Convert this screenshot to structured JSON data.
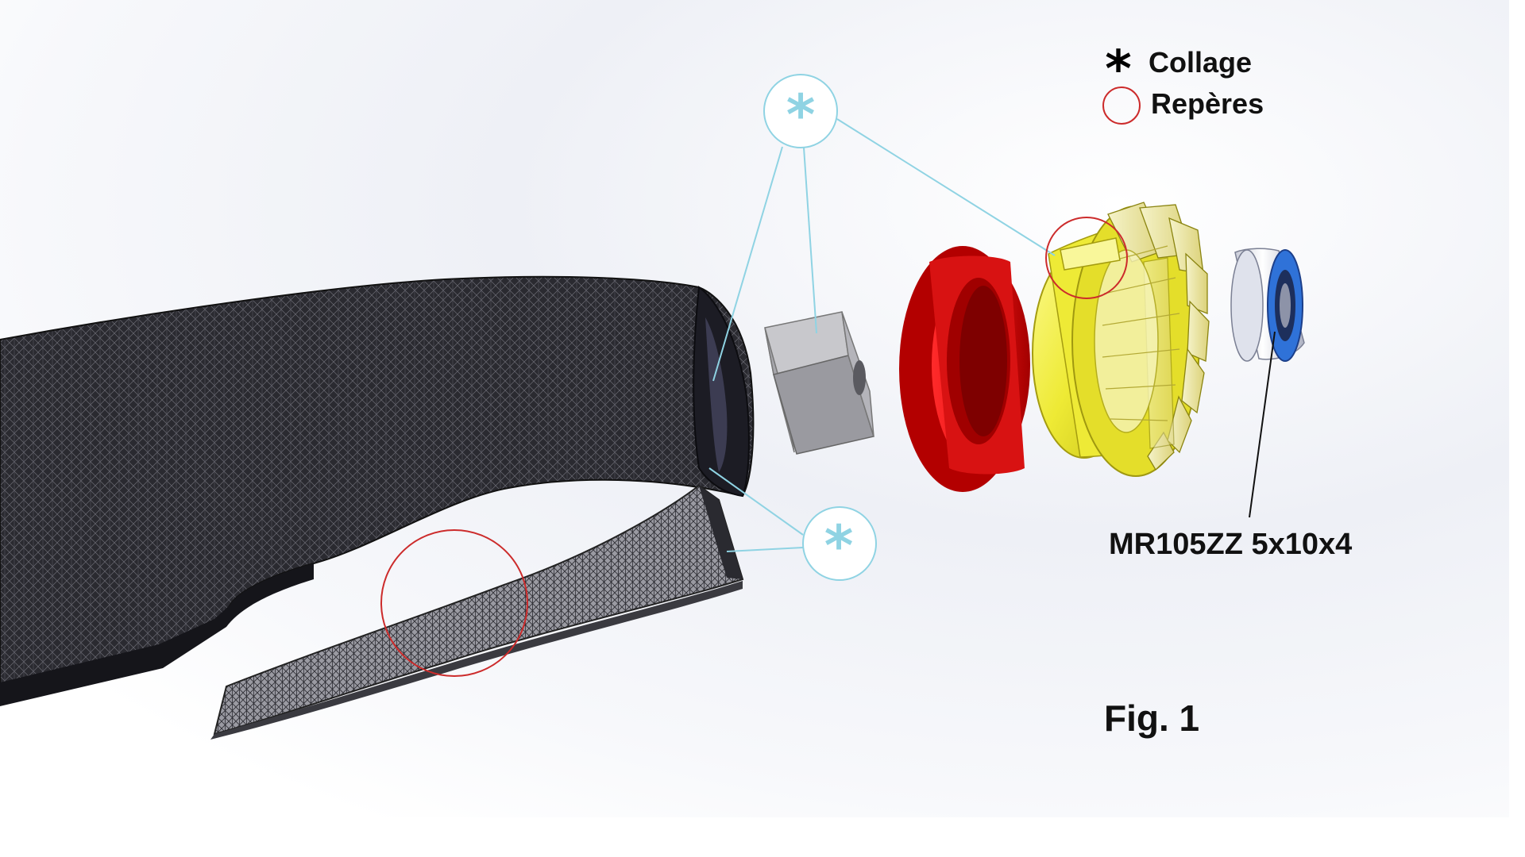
{
  "legend": {
    "collage_symbol": "*",
    "collage_label": "Collage",
    "reperes_label": "Repères"
  },
  "callouts": {
    "glue_symbol_top": "*",
    "glue_symbol_bottom": "*"
  },
  "bearing": {
    "label": "MR105ZZ 5x10x4"
  },
  "figure": {
    "label": "Fig. 1"
  },
  "colors": {
    "callout_cyan": "#8fd3e3",
    "marker_red": "#cc2b2b",
    "spacer_red": "#ee1111",
    "gear_yellow": "#f2ee3a",
    "block_grey": "#b5b5b9",
    "bearing_blue": "#2f72d8",
    "mesh_dark": "#1a1a1f"
  }
}
